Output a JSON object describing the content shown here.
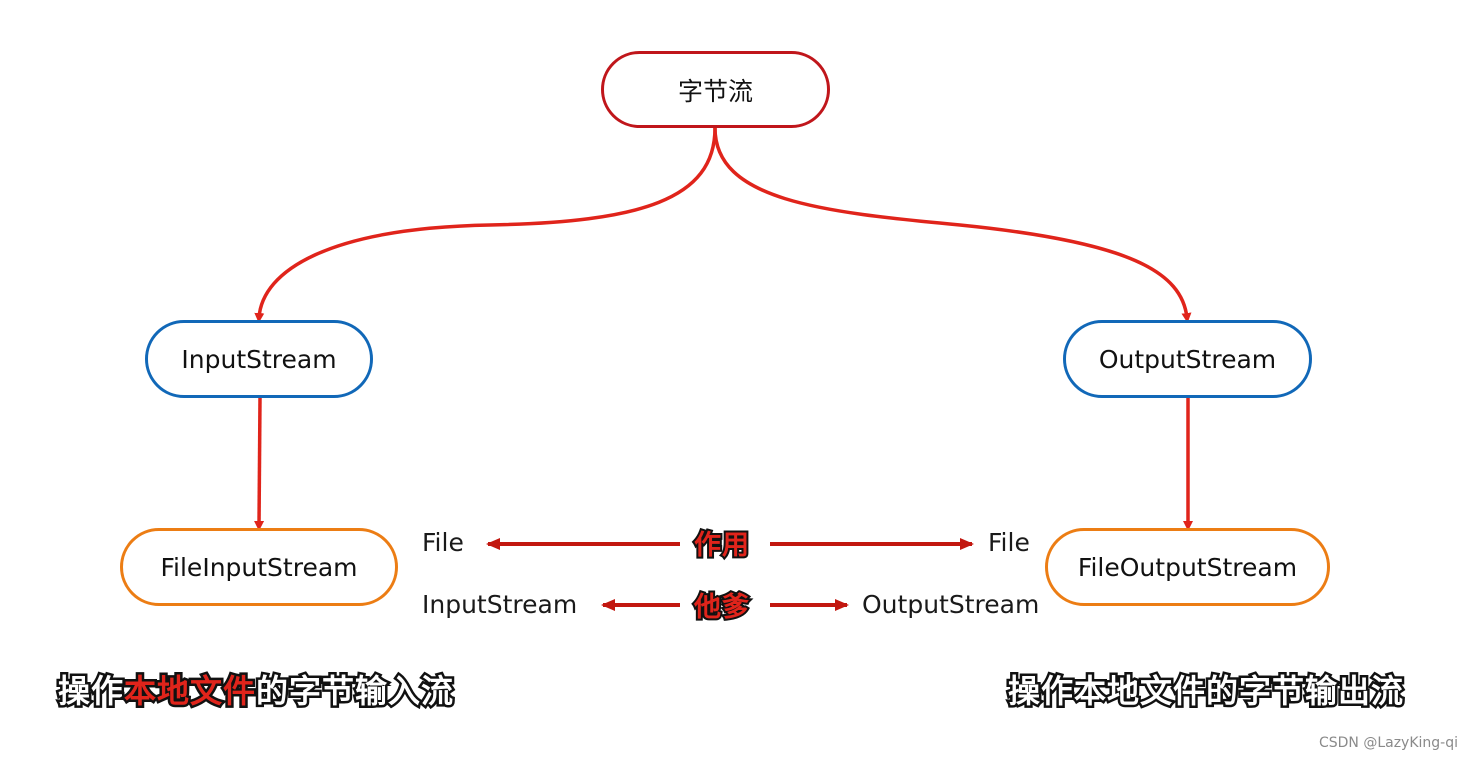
{
  "colors": {
    "root_border": "#c0161b",
    "parent_border": "#1168b8",
    "child_border": "#ec7d14",
    "connector": "#e0241b",
    "bottom_arrow": "#c2170f",
    "highlight": "#e0241b"
  },
  "nodes": {
    "root": "字节流",
    "input_stream": "InputStream",
    "output_stream": "OutputStream",
    "file_input_stream": "FileInputStream",
    "file_output_stream": "FileOutputStream"
  },
  "relations": {
    "row1": {
      "left": "File",
      "middle": "作用",
      "right": "File"
    },
    "row2": {
      "left": "InputStream",
      "middle": "他爹",
      "right": "OutputStream"
    }
  },
  "captions": {
    "left": {
      "prefix": "操作",
      "highlight": "本地文件",
      "suffix": "的字节输入流"
    },
    "right": "操作本地文件的字节输出流"
  },
  "watermark": "CSDN @LazyKing-qi"
}
